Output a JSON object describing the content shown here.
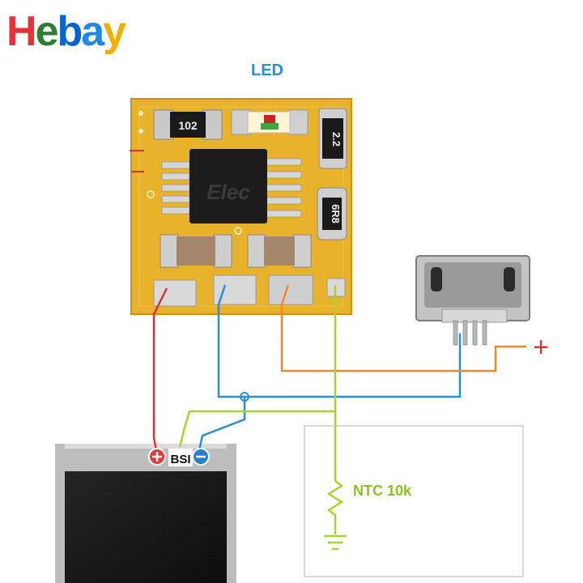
{
  "logo": {
    "letters": [
      "H",
      "e",
      "b",
      "a",
      "y"
    ],
    "colors": [
      "#e53238",
      "#2e7d32",
      "#0064d2",
      "#1e88e5",
      "#f5af02"
    ]
  },
  "labels": {
    "led": "LED",
    "resistor_102": "102",
    "inductor_2r2": "2.2",
    "resistor_6r8": "6R8",
    "chip_watermark": "Elec",
    "bsi": "BSI",
    "ntc": "NTC 10k",
    "plus_sign": "+"
  },
  "colors": {
    "pcb": "#e8b22a",
    "wire_red": "#d93434",
    "wire_blue": "#2a8fd6",
    "wire_orange": "#ee8a2e",
    "wire_green": "#a6d62e",
    "label_blue": "#2a8fd6",
    "label_green": "#8cc21e"
  }
}
